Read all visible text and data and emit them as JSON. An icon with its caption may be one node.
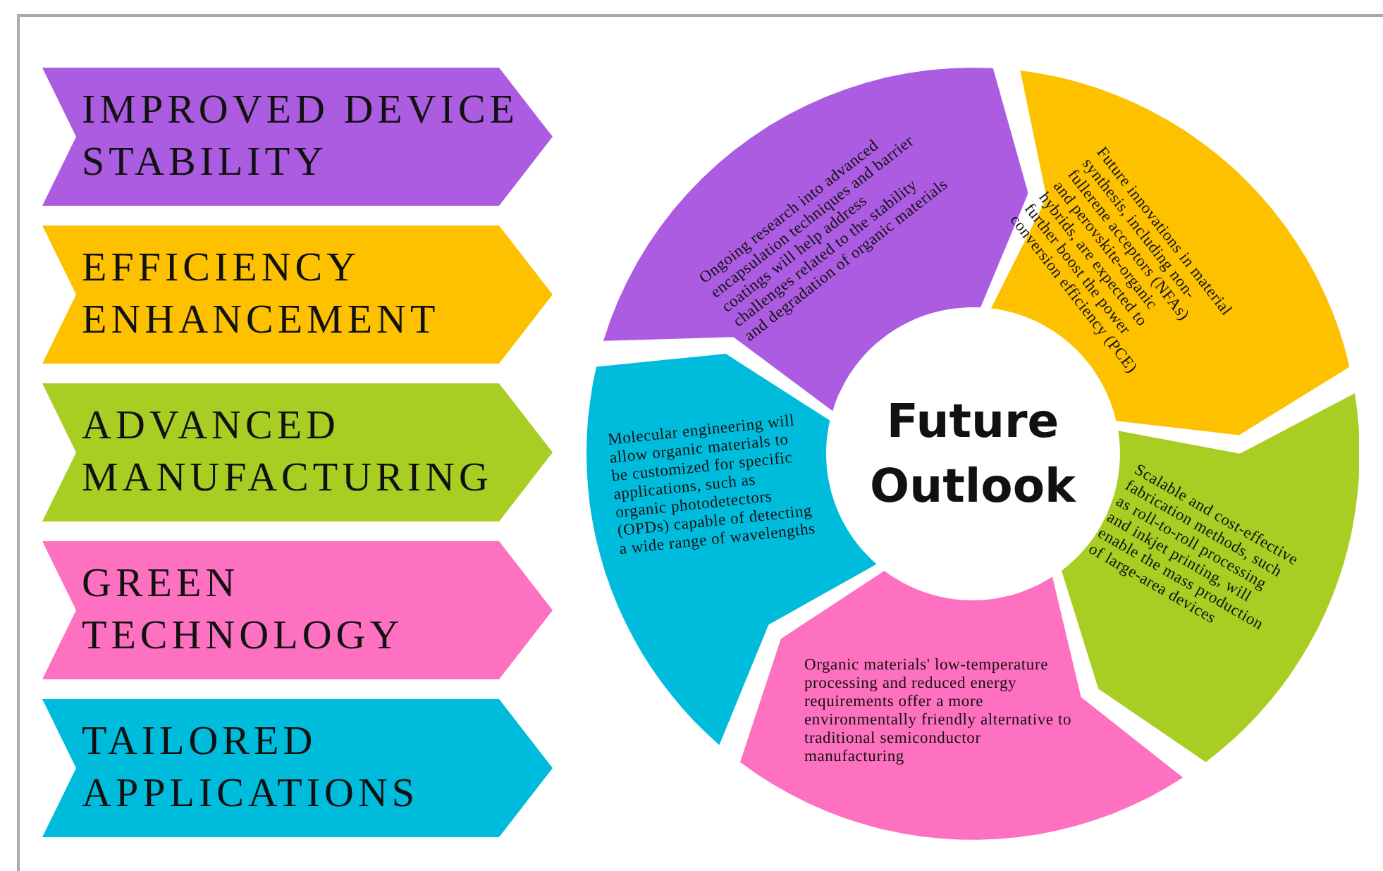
{
  "diagram": {
    "nodes": [
      {
        "text": [
          "IMPROVED DEVICE STABILITY"
        ]
      },
      {
        "text": [
          "EFFICIENCY ENHANCEMENT"
        ]
      },
      {
        "text": [
          "ADVANCED MANUFACTURING"
        ]
      },
      {
        "text": [
          "GREEN TECHNOLOGY"
        ]
      },
      {
        "text": [
          "TAILORED APPLICATIONS"
        ]
      },
      {
        "text": [
          "Future Outlook"
        ]
      },
      {
        "text": [
          "Ongoing research into advanced encapsulation techniques and barrier coatings will help address challenges related to the stability and degradation of organic materials"
        ]
      },
      {
        "text": [
          "Future innovations in material synthesis, including non-fullerene acceptors (NFAs) and perovskite-organic hybrids, are expected to further boost the power conversion efficiency (PCE)"
        ]
      },
      {
        "text": [
          "Scalable and cost-effective fabrication methods, such as roll-to-roll processing and inkjet printing, will enable the mass production of large-area devices"
        ]
      },
      {
        "text": [
          "Organic materials' low-temperature processing and reduced energy requirements offer a more environmentally friendly alternative to traditional semiconductor manufacturing"
        ]
      },
      {
        "text": [
          "Molecular engineering will allow organic materials to be customized for specific applications, such as organic photodetectors (OPDs) capable of detecting a wide range of wavelengths"
        ]
      }
    ],
    "edges": []
  }
}
